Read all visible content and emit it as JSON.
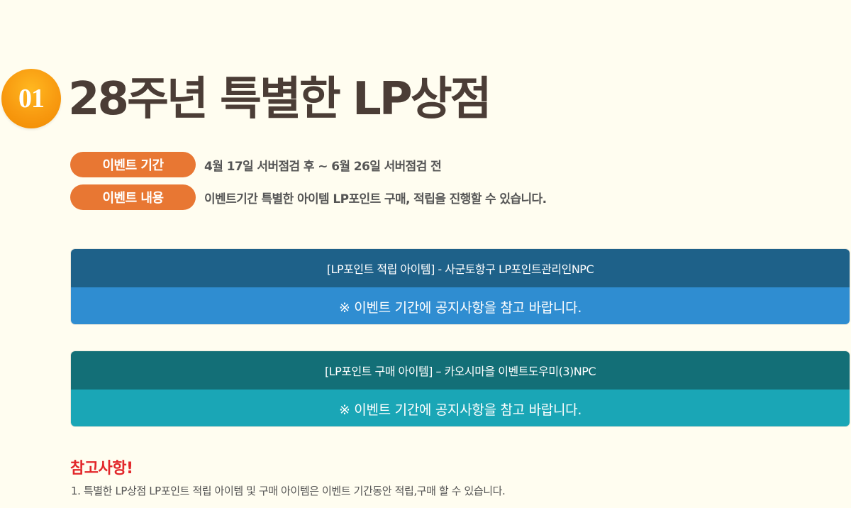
{
  "section": {
    "number": "01",
    "title": "28주년 특별한 LP상점"
  },
  "info": [
    {
      "label": "이벤트 기간",
      "text": "4월 17일 서버점검 후 ~ 6월 26일 서버점검 전"
    },
    {
      "label": "이벤트 내용",
      "text": "이벤트기간 특별한 아이템 LP포인트 구매, 적립을 진행할 수 있습니다."
    }
  ],
  "boxes": [
    {
      "heading": "[LP포인트 적립 아이템] - 사군토항구 LP포인트관리인NPC",
      "body": "※ 이벤트 기간에 공지사항을 참고 바랍니다.",
      "head_color": "#1e6189",
      "body_color": "#2f8dd1"
    },
    {
      "heading": "[LP포인트 구매 아이템] – 카오시마을 이벤트도우미(3)NPC",
      "body": "※ 이벤트 기간에 공지사항을 참고 바랍니다.",
      "head_color": "#136f77",
      "body_color": "#1aa6b6"
    }
  ],
  "notes": {
    "title": "참고사항!",
    "items": [
      "1. 특별한 LP상점 LP포인트 적립 아이템 및 구매 아이템은 이벤트 기간동안 적립,구매 할 수 있습니다."
    ]
  },
  "colors": {
    "background": "#fffdf0",
    "accent_orange": "#e87733",
    "badge_orange": "#f89a10",
    "title_brown": "#4b3d36",
    "note_red": "#e2262a"
  }
}
